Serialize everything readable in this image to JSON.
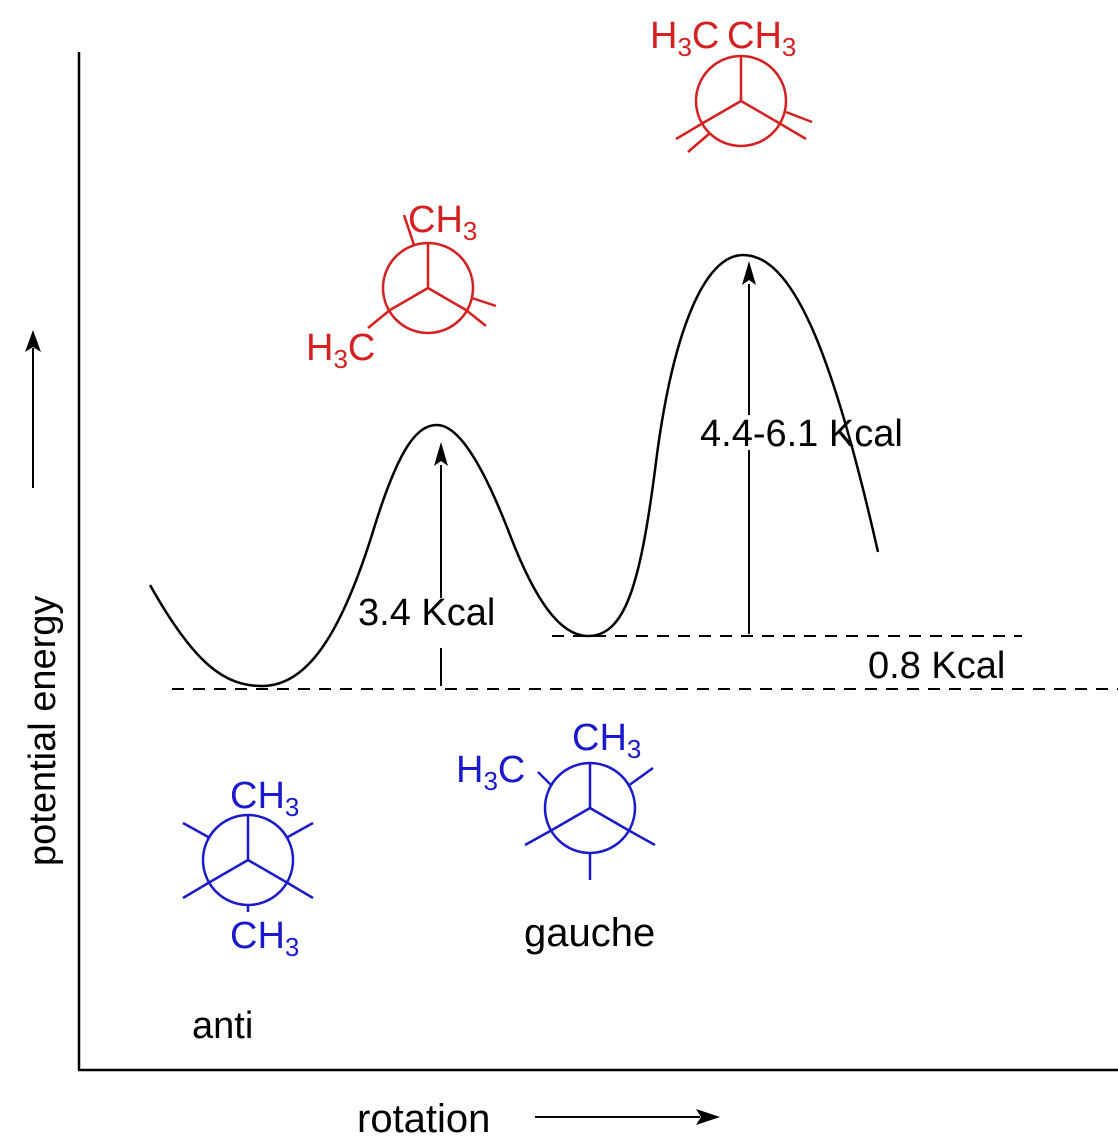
{
  "axes": {
    "x_label": "rotation",
    "y_label": "potential energy"
  },
  "energy_labels": {
    "anti_to_eclipsed": "3.4 Kcal",
    "gauche_to_fully_eclipsed": "4.4-6.1 Kcal",
    "anti_to_gauche": "0.8 Kcal"
  },
  "conformers": {
    "anti": {
      "name": "anti",
      "top_group": "CH",
      "top_sub": "3",
      "bottom_group": "CH",
      "bottom_sub": "3"
    },
    "gauche": {
      "name": "gauche",
      "right_group": "CH",
      "right_sub": "3",
      "left_group_a": "H",
      "left_sub": "3",
      "left_group_b": "C"
    },
    "eclipsed": {
      "top_group": "CH",
      "top_sub": "3",
      "left_group_a": "H",
      "left_sub": "3",
      "left_group_b": "C"
    },
    "fully_eclipsed": {
      "left_group_a": "H",
      "left_sub": "3",
      "left_group_b": "C",
      "right_group": "CH",
      "right_sub": "3"
    }
  },
  "colors": {
    "ground_state": "#1a1acc",
    "transition_state": "#d42020",
    "curve": "#000000"
  }
}
